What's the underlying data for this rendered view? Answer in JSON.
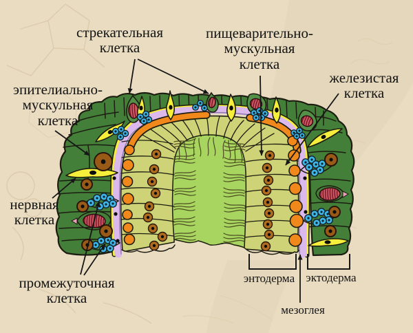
{
  "diagram": {
    "subject": "hydra-body-wall-cross-section",
    "labels": {
      "stinging": {
        "lines": [
          "стрекательная",
          "клетка"
        ]
      },
      "digestive": {
        "lines": [
          "пищеварительно-",
          "мускульная",
          "клетка"
        ]
      },
      "glandular": {
        "lines": [
          "железистая",
          "клетка"
        ]
      },
      "epithelial": {
        "lines": [
          "эпителиально-",
          "мускульная",
          "клетка"
        ]
      },
      "nerve": {
        "lines": [
          "нервная",
          "клетка"
        ]
      },
      "intermediate": {
        "lines": [
          "промежуточная",
          "клетка"
        ]
      },
      "endoderm": {
        "text": "энтодерма"
      },
      "ectoderm": {
        "text": "эктодерма"
      },
      "mesoglea": {
        "text": "мезоглея"
      }
    }
  },
  "colors": {
    "paper": "#e9dcc1",
    "shade": "#dcc7a5",
    "wm": "#c9af87",
    "text": "#131313",
    "ink": "#1c1c10",
    "ecto": "#447f3a",
    "ectoLight": "#539048",
    "endo": "#cfd378",
    "cavity": "#a8d55f",
    "meso": "#dcb9ec",
    "mesoLine": "#8d7aac",
    "nerve": "#f5ee3a",
    "orange": "#f0881c",
    "nucEcto": "#9a5a17",
    "nucEndo": "#b06c1e",
    "red": "#cd5a60",
    "redHatch": "#6e1128",
    "pink": "#e8a0b8",
    "blue": "#3eb7e8"
  }
}
